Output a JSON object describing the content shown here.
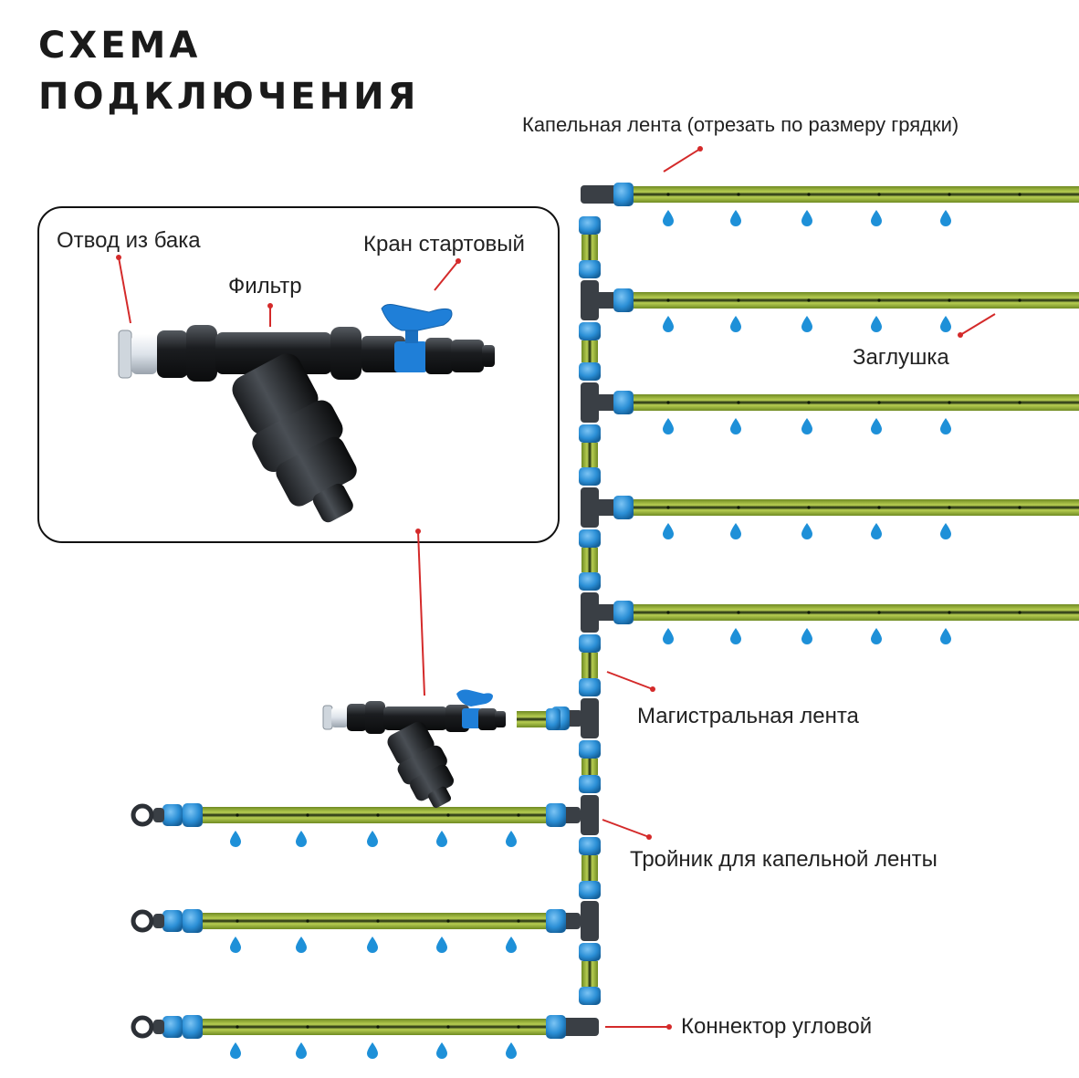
{
  "title": {
    "line1": "СХЕМА",
    "line2": "ПОДКЛЮЧЕНИЯ"
  },
  "inset_labels": {
    "tank_outlet": "Отвод из бака",
    "filter": "Фильтр",
    "start_valve": "Кран стартовый"
  },
  "labels": {
    "drip_tape": "Капельная лента (отрезать по размеру грядки)",
    "end_plug": "Заглушка",
    "main_tape": "Магистральная лента",
    "tee": "Тройник для капельной ленты",
    "elbow": "Коннектор угловой"
  },
  "colors": {
    "tape_green": "#9bb53a",
    "tape_stripe": "#1d2a10",
    "fitting_blue": "#2b8fd6",
    "fitting_gray": "#3a3f45",
    "drop_blue": "#1e90d8",
    "pointer_red": "#d42a2a",
    "valve_handle": "#1f7fd8"
  }
}
